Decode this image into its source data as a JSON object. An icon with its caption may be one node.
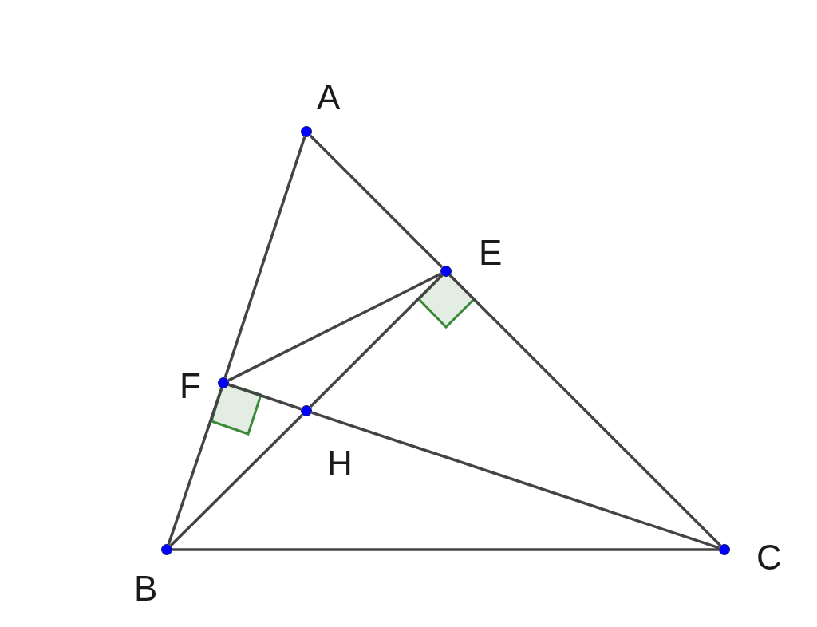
{
  "diagram": {
    "nodes": [
      {
        "text": [
          "A"
        ]
      },
      {
        "text": [
          "E"
        ]
      },
      {
        "text": [
          "F"
        ]
      },
      {
        "text": [
          "H"
        ]
      },
      {
        "text": [
          "B"
        ]
      },
      {
        "text": [
          "C"
        ]
      }
    ],
    "edges": [
      {
        "from": 0,
        "to": 2,
        "arrow": "none"
      },
      {
        "from": 2,
        "to": 4,
        "arrow": "none"
      },
      {
        "from": 0,
        "to": 1,
        "arrow": "none"
      },
      {
        "from": 1,
        "to": 5,
        "arrow": "none"
      },
      {
        "from": 4,
        "to": 5,
        "arrow": "none"
      },
      {
        "from": 4,
        "to": 3,
        "arrow": "none"
      },
      {
        "from": 3,
        "to": 1,
        "arrow": "none"
      },
      {
        "from": 2,
        "to": 3,
        "arrow": "none"
      },
      {
        "from": 3,
        "to": 5,
        "arrow": "none"
      },
      {
        "from": 2,
        "to": 1,
        "arrow": "none"
      }
    ]
  }
}
